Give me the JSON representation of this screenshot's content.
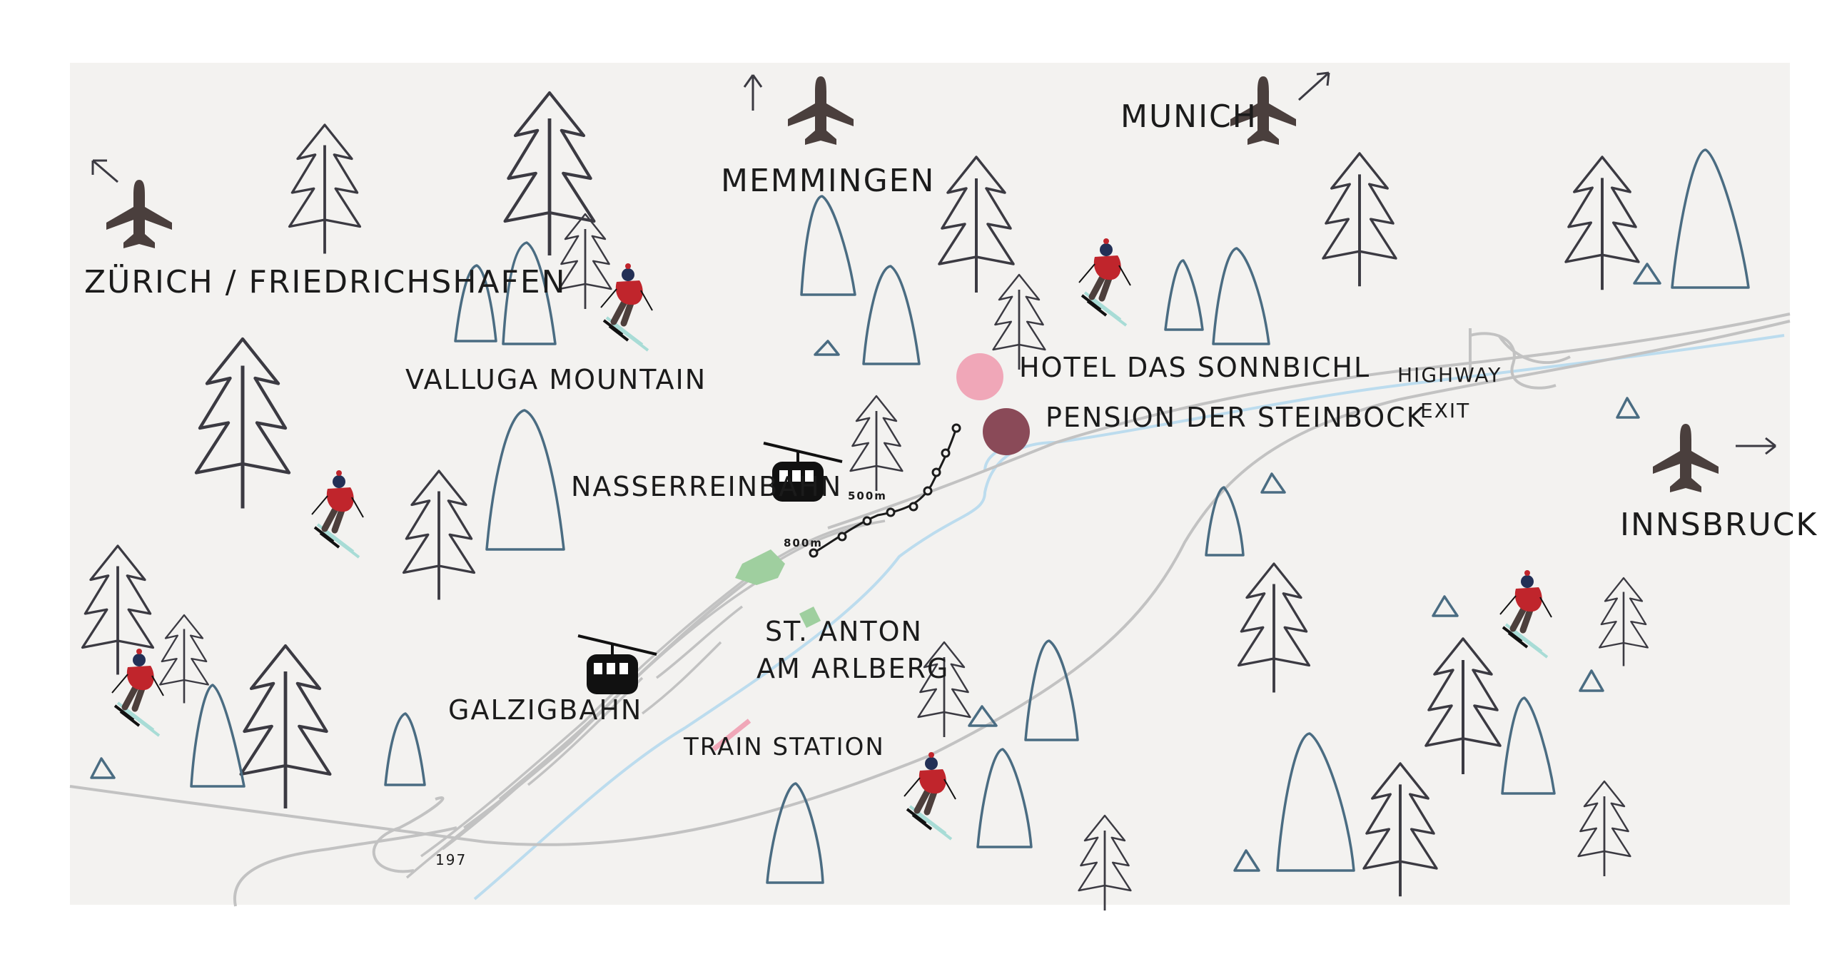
{
  "map": {
    "background_color": "#f3f2f0",
    "tree_color": "#3b3a42",
    "mountain_color": "#4a6c82",
    "road_color": "#c2c2c2",
    "river_color": "#bcdcee",
    "route_color": "#1b1b1b"
  },
  "airports": [
    {
      "name": "ZÜRICH / FRIEDRICHSHAFEN",
      "direction": "up-left",
      "icon": "airplane-icon"
    },
    {
      "name": "MEMMINGEN",
      "direction": "up",
      "icon": "airplane-icon"
    },
    {
      "name": "MUNICH",
      "direction": "up-right",
      "icon": "airplane-icon"
    },
    {
      "name": "INNSBRUCK",
      "direction": "right",
      "icon": "airplane-icon"
    }
  ],
  "lifts": [
    {
      "name": "NASSERREINBAHN",
      "icon": "gondola-icon"
    },
    {
      "name": "GALZIGBAHN",
      "icon": "gondola-icon"
    }
  ],
  "places": {
    "mountain": "VALLUGA MOUNTAIN",
    "town_line1": "ST. ANTON",
    "town_line2": "AM ARLBERG",
    "train_station": "TRAIN STATION",
    "highway_line1": "HIGHWAY",
    "highway_line2": "EXIT",
    "road_number": "197"
  },
  "hotels": [
    {
      "name": "HOTEL DAS SONNBICHL",
      "color": "#f0a7b8"
    },
    {
      "name": "PENSION DER STEINBOCK",
      "color": "#8a4a58"
    }
  ],
  "route_markers": {
    "start": "800m",
    "end": "500m"
  },
  "skier_colors": {
    "jacket": "#c0252c",
    "helmet": "#233056",
    "skis": "#a8dcd6"
  }
}
